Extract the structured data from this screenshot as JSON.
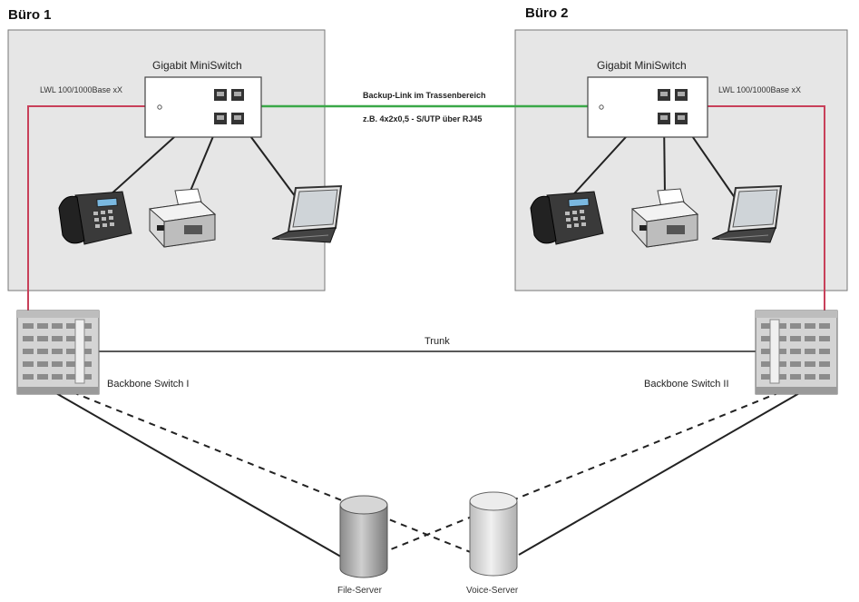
{
  "offices": [
    {
      "title": "Büro 1",
      "switch_label": "Gigabit MiniSwitch",
      "uplink_label": "LWL 100/1000Base xX"
    },
    {
      "title": "Büro 2",
      "switch_label": "Gigabit MiniSwitch",
      "uplink_label": "LWL 100/1000Base xX"
    }
  ],
  "backup_link": {
    "line1": "Backup-Link im Trassenbereich",
    "line2": "z.B. 4x2x0,5 - S/UTP über RJ45"
  },
  "trunk_label": "Trunk",
  "backbone": [
    {
      "label": "Backbone Switch I"
    },
    {
      "label": "Backbone Switch II"
    }
  ],
  "servers": [
    {
      "label": "File-Server"
    },
    {
      "label": "Voice-Server"
    }
  ],
  "colors": {
    "fiber": "#c8405a",
    "backup": "#3aa848",
    "office_bg": "#e6e6e6"
  }
}
